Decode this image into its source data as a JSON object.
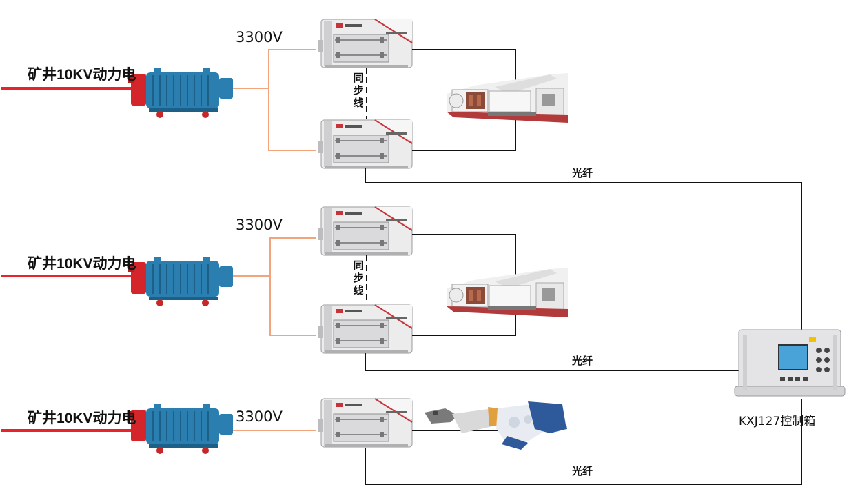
{
  "rows": [
    {
      "power_label": "矿井10KV动力电",
      "voltage_label": "3300V",
      "sync_label": "同步线",
      "fiber_label": "光纤",
      "load": "shearer-machine",
      "drives": 2
    },
    {
      "power_label": "矿井10KV动力电",
      "voltage_label": "3300V",
      "sync_label": "同步线",
      "fiber_label": "光纤",
      "load": "shearer-machine",
      "drives": 2
    },
    {
      "power_label": "矿井10KV动力电",
      "voltage_label": "3300V",
      "fiber_label": "光纤",
      "load": "roadheader-machine",
      "drives": 1
    }
  ],
  "control_box": {
    "label": "KXJ127控制箱"
  },
  "colors": {
    "power_line": "#e8232a",
    "transformer": "#2a7fb0",
    "transformer_end": "#d4262a",
    "medium_voltage_line": "#f4a47c",
    "signal_line": "#111111",
    "inverter_body": "#e9e9ea",
    "inverter_accent": "#c8333a"
  },
  "icons": {
    "transformer": "mining-transformer-icon",
    "inverter": "frequency-inverter-icon",
    "shearer": "conveyor-shearer-icon",
    "roadheader": "roadheader-icon",
    "controller": "control-box-icon"
  }
}
